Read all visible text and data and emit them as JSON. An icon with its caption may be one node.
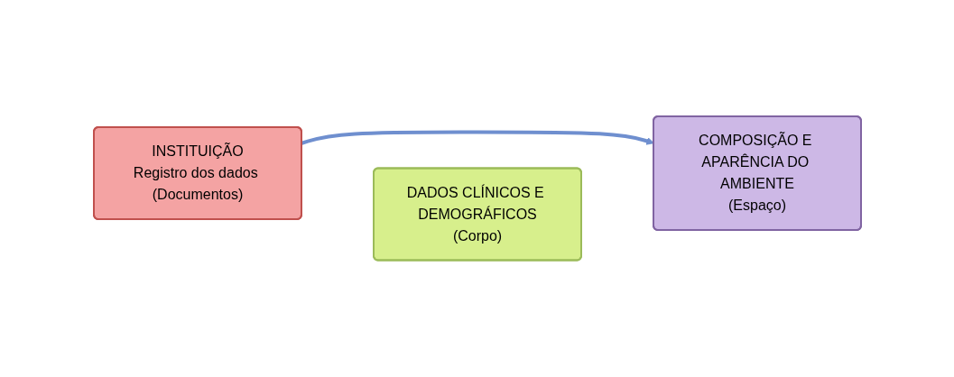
{
  "diagram": {
    "nodes": [
      {
        "text": [
          "INSTITUIÇÃO",
          "Registro dos dados (Documentos)"
        ]
      },
      {
        "text": [
          "DADOS CLÍNICOS E DEMOGRÁFICOS",
          "(Corpo)"
        ]
      },
      {
        "text": [
          "COMPOSIÇÃO E APARÊNCIA DO AMBIENTE",
          "(Espaço)"
        ]
      }
    ],
    "edges": [
      {
        "from": 0,
        "to": 2,
        "arrow": "to"
      }
    ]
  }
}
